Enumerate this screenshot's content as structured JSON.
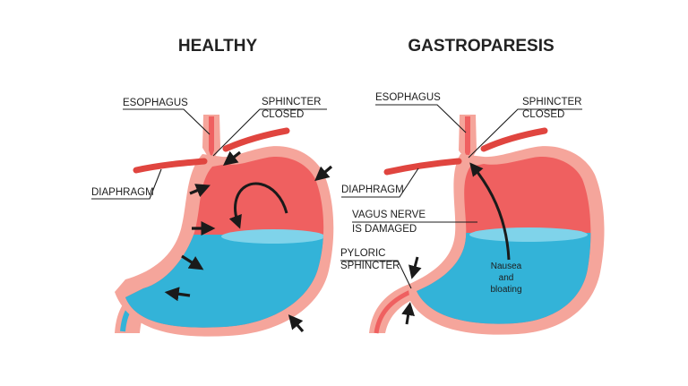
{
  "panels": {
    "healthy": {
      "title": "HEALTHY",
      "labels": {
        "esophagus": "ESOPHAGUS",
        "sphincter_line1": "SPHINCTER",
        "sphincter_line2": "CLOSED",
        "diaphragm": "DIAPHRAGM"
      }
    },
    "gastroparesis": {
      "title": "GASTROPARESIS",
      "labels": {
        "esophagus": "ESOPHAGUS",
        "sphincter_line1": "SPHINCTER",
        "sphincter_line2": "CLOSED",
        "diaphragm": "DIAPHRAGM",
        "vagus_line1": "VAGUS NERVE",
        "vagus_line2": "IS DAMAGED",
        "pyloric_line1": "PYLORIC",
        "pyloric_line2": "SPHINCTER",
        "symptom_line1": "Nausea",
        "symptom_line2": "and",
        "symptom_line3": "bloating"
      }
    }
  },
  "colors": {
    "stomach_wall": "#f5a59b",
    "stomach_air": "#ef6060",
    "stomach_fluid": "#33b3d8",
    "fluid_surface": "#7fd3ea",
    "diaphragm": "#e0453f",
    "arrow": "#1a1a1a"
  }
}
